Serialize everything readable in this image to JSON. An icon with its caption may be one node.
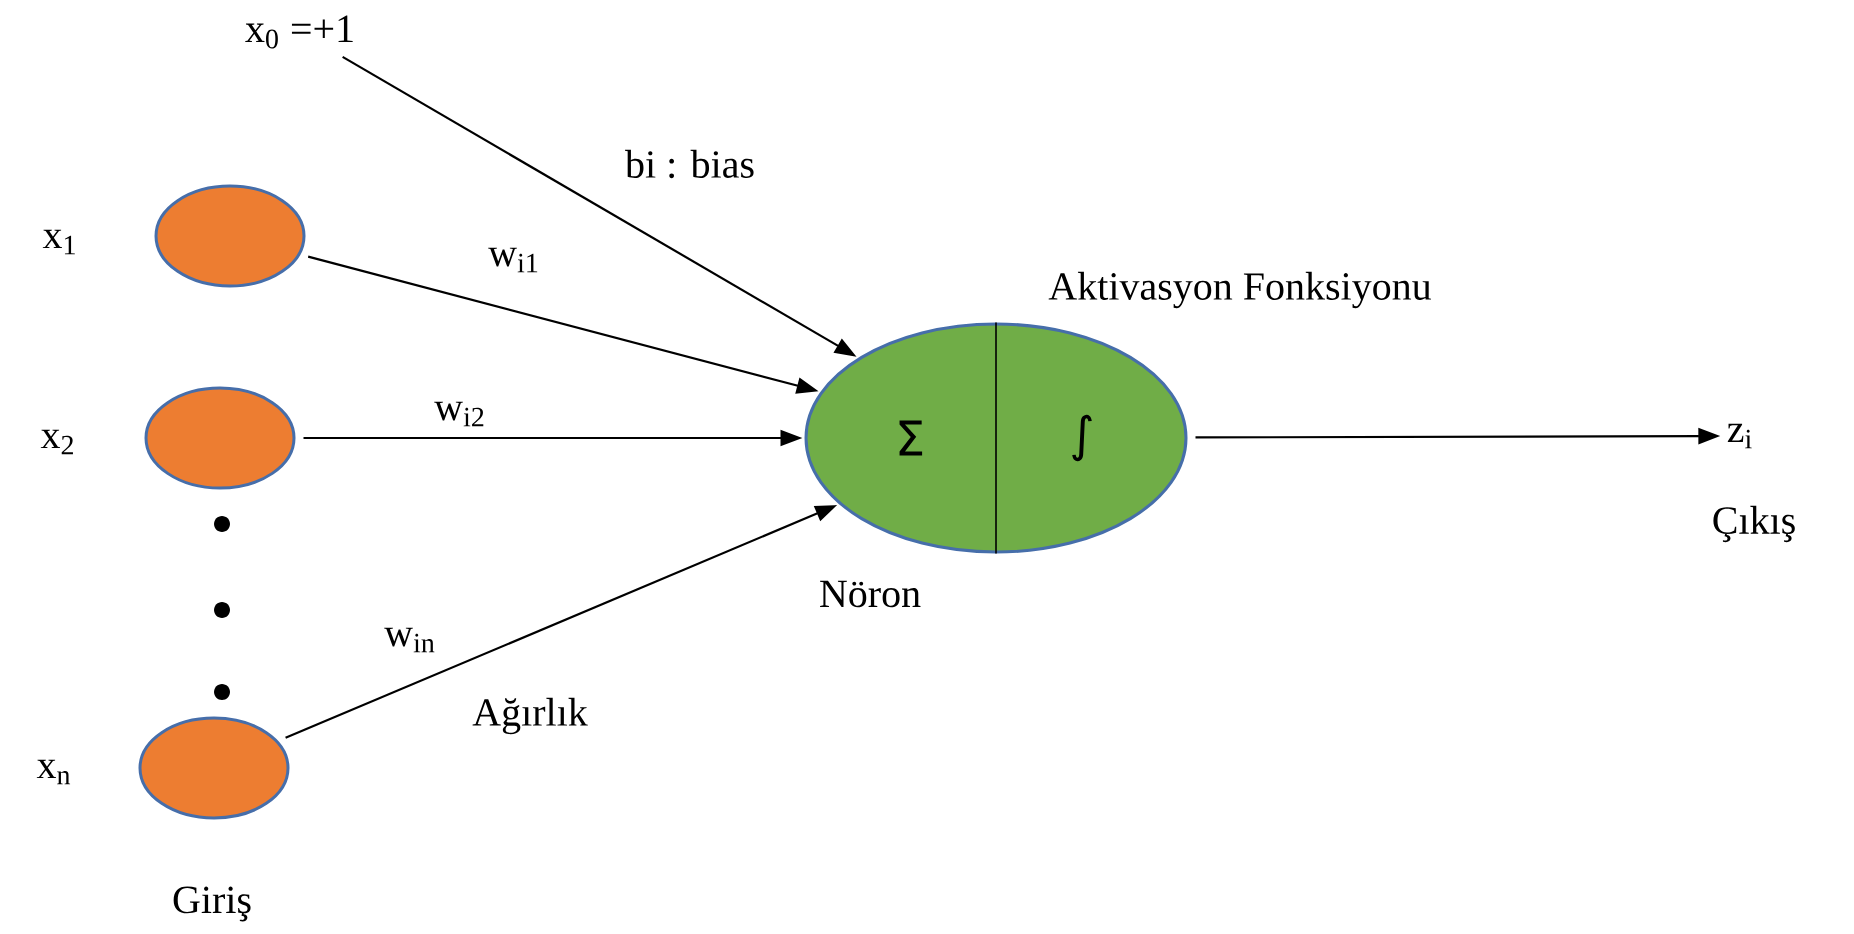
{
  "diagram": {
    "nodes": [
      {
        "text": [
          "x$_{0}$ =+1"
        ]
      },
      {
        "text": [],
        "shape": "circle",
        "beside": [
          "x$_{1}$"
        ]
      },
      {
        "text": [],
        "shape": "circle",
        "beside": [
          "x$_{2}$"
        ]
      },
      {
        "text": [],
        "shape": "circle",
        "beside": [
          "x$_{n}$"
        ]
      },
      {
        "text": [
          "Σ",
          "∫"
        ],
        "beside": [
          "Aktivasyon Fonksiyonu",
          "Nöron"
        ]
      },
      {
        "text": [
          "z$_{i}$"
        ],
        "beside": [
          "Çıkış"
        ]
      }
    ],
    "edges": [
      {
        "from": 0,
        "to": 4,
        "arrow": "to",
        "label": "bi  : bias"
      },
      {
        "from": 1,
        "to": 4,
        "arrow": "to",
        "label": "w$_{i1}$"
      },
      {
        "from": 2,
        "to": 4,
        "arrow": "to",
        "label": "w$_{i2}$"
      },
      {
        "from": 3,
        "to": 4,
        "arrow": "to",
        "label": "w$_{in}$"
      },
      {
        "from": 4,
        "to": 5,
        "arrow": "to"
      }
    ],
    "labels": [
      "Ağırlık",
      "Giriş"
    ]
  }
}
